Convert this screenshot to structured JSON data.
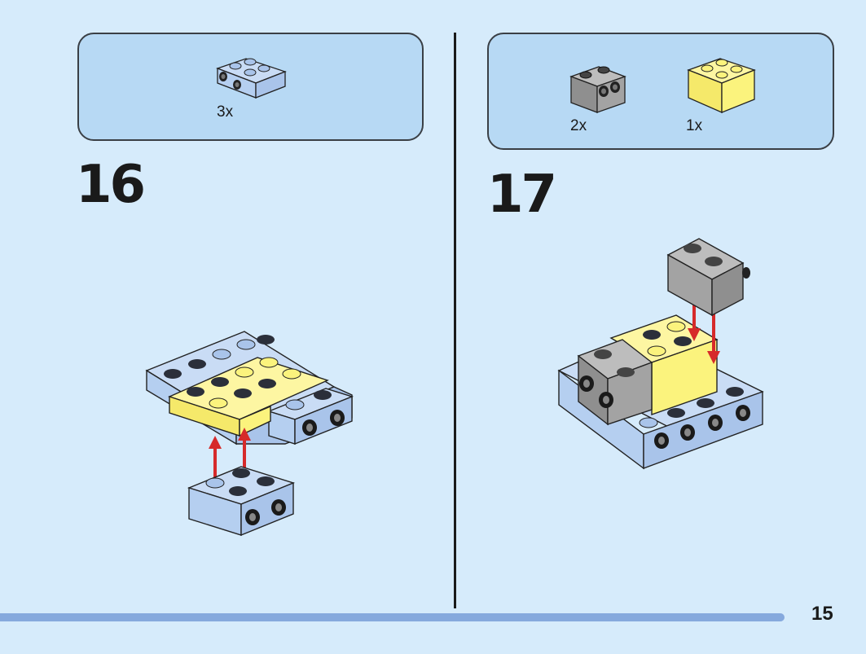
{
  "page": {
    "number": "15"
  },
  "steps": [
    {
      "number": "16",
      "parts": [
        {
          "name": "light blue plate with side studs",
          "qty": "3x",
          "color": "#b5cff0"
        }
      ]
    },
    {
      "number": "17",
      "parts": [
        {
          "name": "gray brick 1x2 with side studs",
          "qty": "2x",
          "color": "#a3a3a3"
        },
        {
          "name": "yellow brick 2x2",
          "qty": "1x",
          "color": "#fbf37d"
        }
      ]
    }
  ],
  "colors": {
    "background": "#d6ebfb",
    "parts_box": "#b7d9f4",
    "light_blue": "#b5cff0",
    "yellow": "#fbf37d",
    "gray": "#a3a3a3",
    "arrow_red": "#d62a2a",
    "progress": "#86a9dd"
  },
  "icons": [
    "plate-icon",
    "gray-brick-icon",
    "yellow-brick-icon",
    "arrow-up-icon",
    "arrow-down-icon"
  ]
}
